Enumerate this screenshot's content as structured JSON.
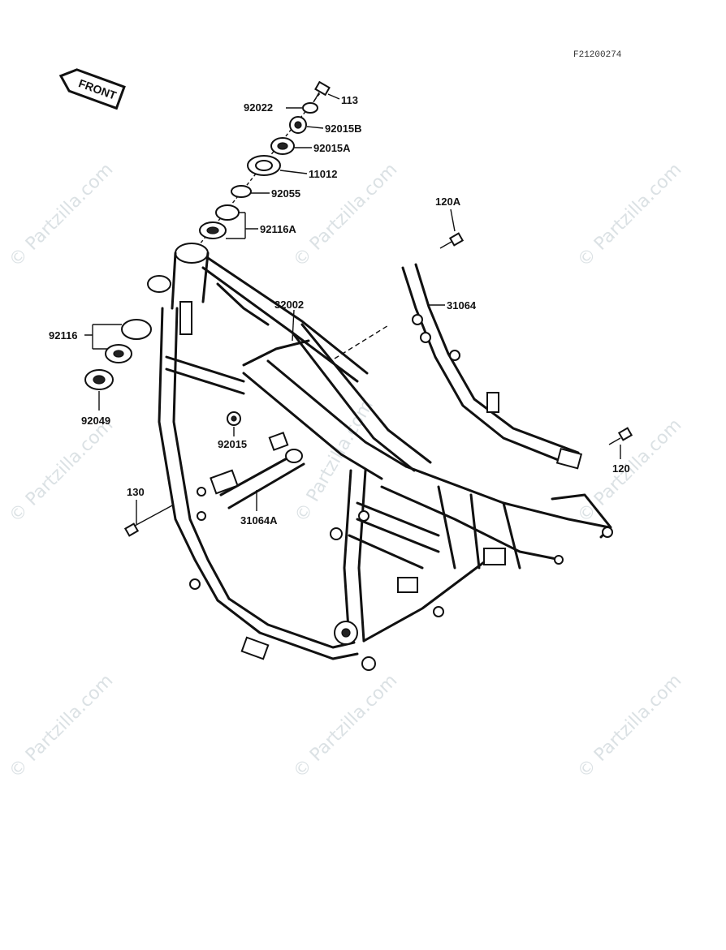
{
  "diagram": {
    "code": "F21200274",
    "front_label": "FRONT",
    "watermark_text": "© Partzilla.com",
    "callouts": [
      {
        "id": "113",
        "text": "113"
      },
      {
        "id": "92022",
        "text": "92022"
      },
      {
        "id": "92015B",
        "text": "92015B"
      },
      {
        "id": "92015A",
        "text": "92015A"
      },
      {
        "id": "11012",
        "text": "11012"
      },
      {
        "id": "92055",
        "text": "92055"
      },
      {
        "id": "92116A",
        "text": "92116A"
      },
      {
        "id": "120A",
        "text": "120A"
      },
      {
        "id": "31064",
        "text": "31064"
      },
      {
        "id": "32002",
        "text": "32002"
      },
      {
        "id": "92116",
        "text": "92116"
      },
      {
        "id": "92049",
        "text": "92049"
      },
      {
        "id": "92015",
        "text": "92015"
      },
      {
        "id": "120",
        "text": "120"
      },
      {
        "id": "130",
        "text": "130"
      },
      {
        "id": "31064A",
        "text": "31064A"
      }
    ]
  }
}
